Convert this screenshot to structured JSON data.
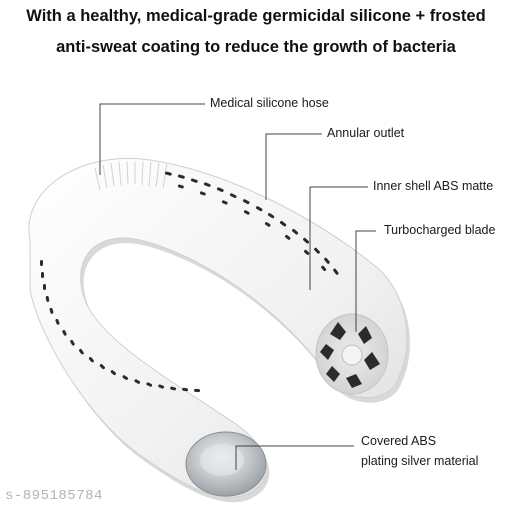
{
  "headline": {
    "line1": "With a healthy, medical-grade germicidal silicone + frosted",
    "line2": "anti-sweat coating to reduce the growth of bacteria"
  },
  "callouts": {
    "hose": "Medical silicone hose",
    "outlet": "Annular outlet",
    "inner_shell": "Inner shell ABS matte",
    "blade": "Turbocharged blade",
    "covered_line1": "Covered ABS",
    "covered_line2": "plating silver material"
  },
  "watermark": "s-895185784",
  "colors": {
    "body": "#f4f4f4",
    "shadow": "#d7d7d7",
    "vent": "#2b2b2b",
    "leader": "#444444",
    "button_silver": "#bfc3c7"
  },
  "icons": [
    "neck-fan-illustration",
    "silver-button-icon",
    "fan-grille-icon"
  ]
}
